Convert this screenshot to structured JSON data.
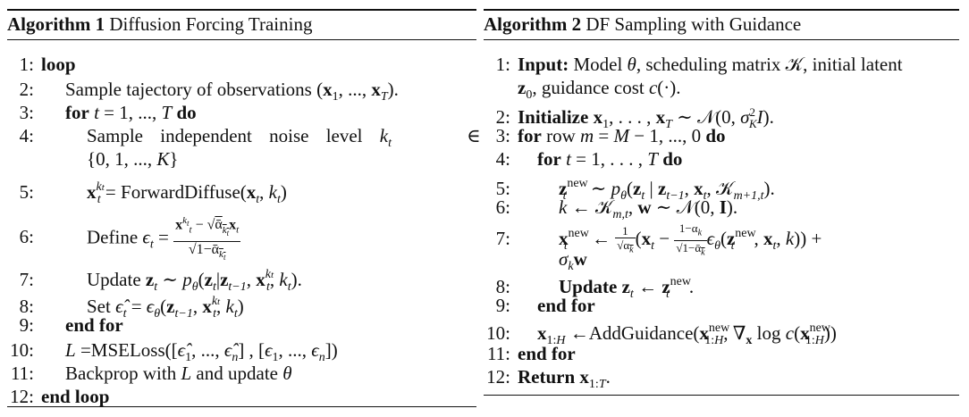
{
  "algorithms": [
    {
      "label": "Algorithm 1",
      "title": "Diffusion Forcing Training",
      "lines": [
        {
          "n": "1:",
          "text": "loop"
        },
        {
          "n": "2:",
          "text": "Sample tajectory of observations (x₁, ..., x_T)."
        },
        {
          "n": "3:",
          "text": "for t = 1, ..., T do"
        },
        {
          "n": "4:",
          "text": "Sample independent noise level k_t ∈ {0, 1, ..., K}"
        },
        {
          "n": "5:",
          "text": "x_t^{k_t} = ForwardDiffuse(x_t, k_t)"
        },
        {
          "n": "6:",
          "text": "Define ε_t = (x_t^{k_t} − √ᾱ_{k_t} x_t) / √(1−ᾱ_{k_t})"
        },
        {
          "n": "7:",
          "text": "Update z_t ∼ p_θ(z_t | z_{t−1}, x_t^{k_t}, k_t)."
        },
        {
          "n": "8:",
          "text": "Set ε̂_t = ε_θ(z_{t−1}, x_t^{k_t}, k_t)"
        },
        {
          "n": "9:",
          "text": "end for"
        },
        {
          "n": "10:",
          "text": "L = MSELoss([ε̂₁, ..., ε̂_n], [ε₁, ..., ε_n])"
        },
        {
          "n": "11:",
          "text": "Backprop with L and update θ"
        },
        {
          "n": "12:",
          "text": "end loop"
        }
      ]
    },
    {
      "label": "Algorithm 2",
      "title": "DF Sampling with Guidance",
      "lines": [
        {
          "n": "1:",
          "text": "Input: Model θ, scheduling matrix 𝒦, initial latent z₀, guidance cost c(·)."
        },
        {
          "n": "2:",
          "text": "Initialize x₁, ..., x_T ∼ 𝒩(0, σ²_K I)."
        },
        {
          "n": "3:",
          "text": "for row m = M − 1, ..., 0 do"
        },
        {
          "n": "4:",
          "text": "for t = 1, ..., T do"
        },
        {
          "n": "5:",
          "text": "z_t^new ∼ p_θ(z_t | z_{t−1}, x_t, 𝒦_{m+1,t})."
        },
        {
          "n": "6:",
          "text": "k ← 𝒦_{m,t}, w ∼ 𝒩(0, I)."
        },
        {
          "n": "7:",
          "text": "x_t^new ← (1/√α_k)(x_t − ((1−α_k)/√(1−ᾱ_k)) ε_θ(z_t^new, x_t, k)) + σ_k w"
        },
        {
          "n": "8:",
          "text": "Update z_t ← z_t^new."
        },
        {
          "n": "9:",
          "text": "end for"
        },
        {
          "n": "10:",
          "text": "x_{1:H} ← AddGuidance(x_{1:H}^new, ∇_x log c(x_{1:H}^new))"
        },
        {
          "n": "11:",
          "text": "end for"
        },
        {
          "n": "12:",
          "text": "Return x_{1:T}."
        }
      ]
    }
  ]
}
